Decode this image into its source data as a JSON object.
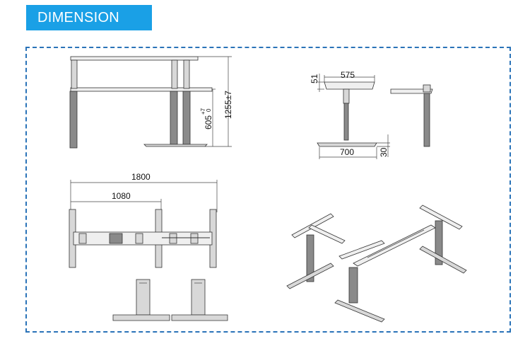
{
  "header": {
    "title": "DIMENSION"
  },
  "dimensions": {
    "max_height": "1255±7",
    "min_height_main": "605",
    "min_height_tol_upper": "+7",
    "min_height_tol_lower": "0",
    "top_thickness": "51",
    "top_width": "575",
    "foot_length": "700",
    "foot_height": "30",
    "total_length": "1800",
    "partial_length": "1080"
  },
  "colors": {
    "banner": "#1aa0e6",
    "frame": "#2a73b8"
  }
}
